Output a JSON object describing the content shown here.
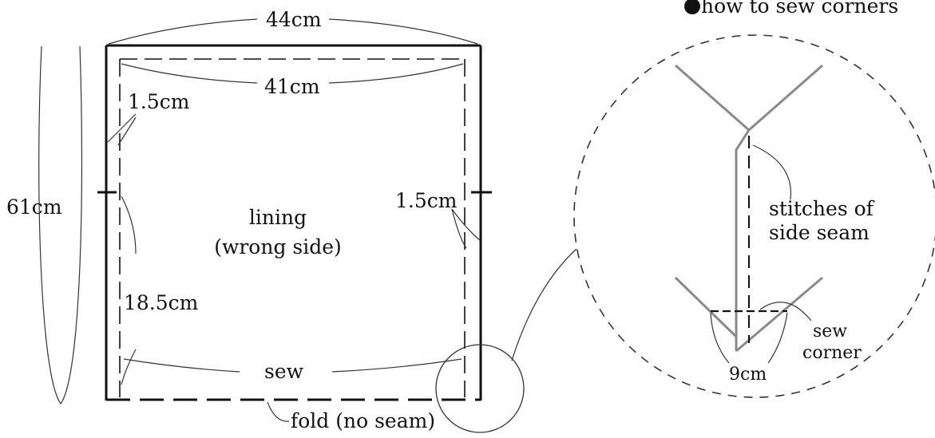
{
  "diagram": {
    "corners_title": "how to sew corners",
    "width_outer": "44cm",
    "width_inner": "41cm",
    "height": "61cm",
    "seam_top_left": "1.5cm",
    "seam_right": "1.5cm",
    "opening": "18.5cm",
    "piece_label_1": "lining",
    "piece_label_2": "(wrong side)",
    "sew": "sew",
    "fold": "fold (no seam)",
    "stitches_1": "stitches of",
    "stitches_2": "side seam",
    "sew_corner_1": "sew",
    "sew_corner_2": "corner",
    "corner_width": "9cm"
  },
  "colors": {
    "ink": "#111111",
    "gray_seam": "#8a8a8a"
  }
}
